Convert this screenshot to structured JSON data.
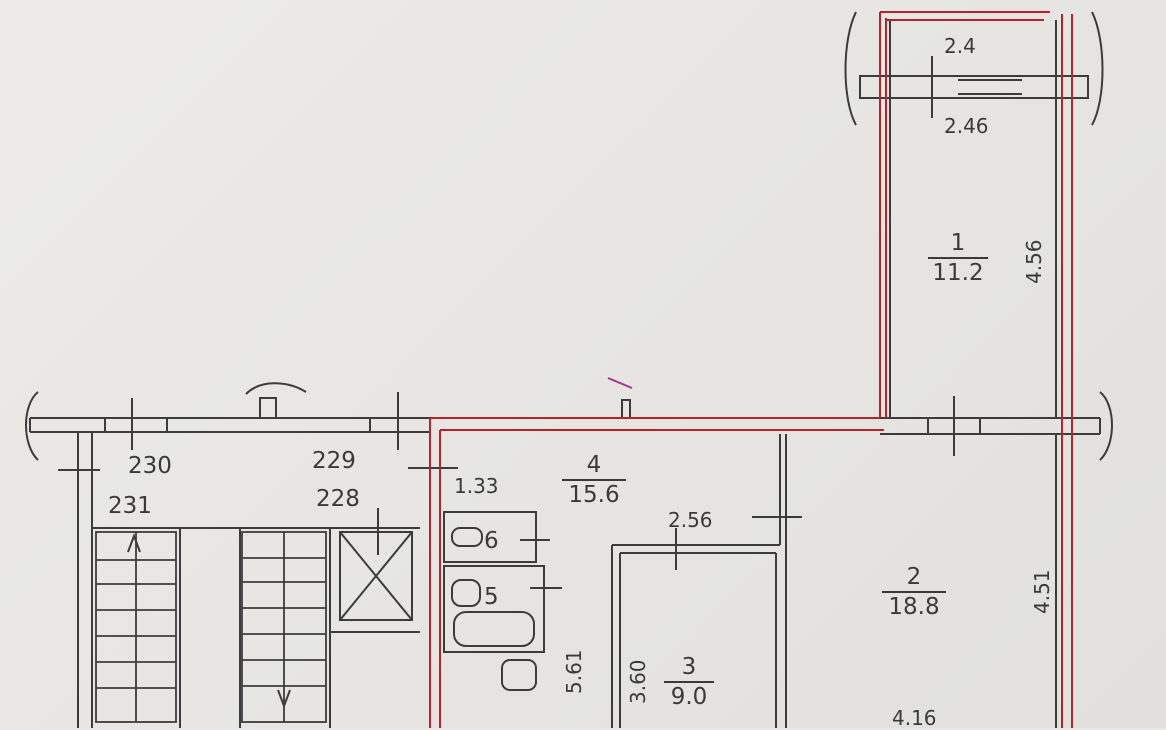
{
  "plan": {
    "colors": {
      "wall": "#3c3c3c",
      "highlight": "#b8222a",
      "paper": "#e9e8e4"
    },
    "flat_numbers": {
      "a": "230",
      "b": "229",
      "c": "231",
      "d": "228"
    },
    "rooms": [
      {
        "number": "1",
        "area": "11.2"
      },
      {
        "number": "2",
        "area": "18.8"
      },
      {
        "number": "3",
        "area": "9.0"
      },
      {
        "number": "4",
        "area": "15.6"
      },
      {
        "number": "6",
        "area": ""
      },
      {
        "number": "5",
        "area": ""
      }
    ],
    "dimensions": {
      "balcony_inner": "2.4",
      "balcony_outer": "2.46",
      "room1_length": "4.56",
      "hall_width": "1.33",
      "hall_length": "2.56",
      "corridor_length": "5.61",
      "room3_length": "3.60",
      "room2_length": "4.51",
      "room2_width": "4.16"
    }
  }
}
